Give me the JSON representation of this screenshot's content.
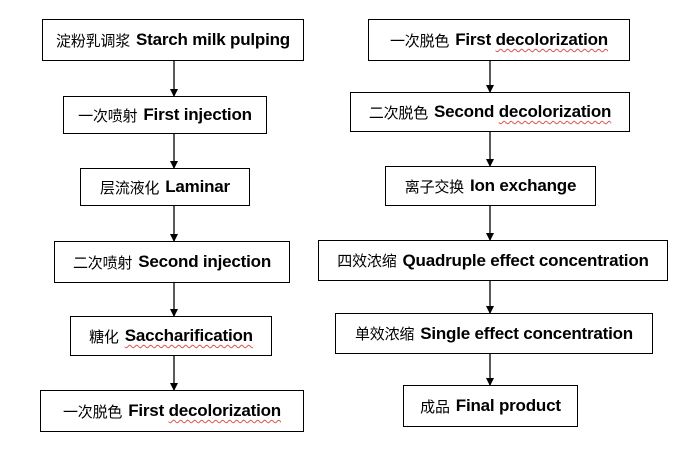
{
  "left_column": [
    {
      "zh": "淀粉乳调浆",
      "en": "Starch milk pulping"
    },
    {
      "zh": "一次喷射",
      "en": "First injection"
    },
    {
      "zh": "层流液化",
      "en": "Laminar"
    },
    {
      "zh": "二次喷射",
      "en": "Second injection"
    },
    {
      "zh": "糖化",
      "en": "Saccharification"
    },
    {
      "zh": "一次脱色",
      "en": "First decolorization"
    }
  ],
  "right_column": [
    {
      "zh": "一次脱色",
      "en": "First decolorization"
    },
    {
      "zh": "二次脱色",
      "en": "Second decolorization"
    },
    {
      "zh": "离子交换",
      "en": "Ion exchange"
    },
    {
      "zh": "四效浓缩",
      "en": "Quadruple effect concentration"
    },
    {
      "zh": "单效浓缩",
      "en": "Single effect concentration"
    },
    {
      "zh": "成品",
      "en": "Final product"
    }
  ]
}
